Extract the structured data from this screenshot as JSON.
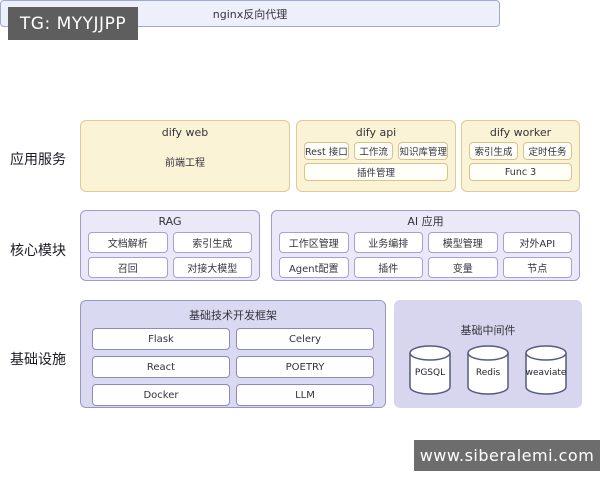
{
  "watermarks": {
    "top": "TG: MYYJJPP",
    "bottom": "www.siberalemi.com"
  },
  "diagram": {
    "row_labels": [
      "应用服务",
      "核心模块",
      "基础设施"
    ],
    "nginx_bar": "nginx反向代理",
    "app_services": {
      "dify_web": {
        "title": "dify web",
        "subtitle": "前端工程"
      },
      "dify_api": {
        "title": "dify api",
        "items": [
          "Rest 接口",
          "工作流",
          "知识库管理"
        ],
        "wide_item": "插件管理"
      },
      "dify_worker": {
        "title": "dify worker",
        "items": [
          "索引生成",
          "定时任务"
        ],
        "wide_item": "Func 3"
      }
    },
    "core_modules": {
      "rag": {
        "title": "RAG",
        "items": [
          "文档解析",
          "索引生成",
          "召回",
          "对接大模型"
        ]
      },
      "ai_app": {
        "title": "AI 应用",
        "items": [
          "工作区管理",
          "业务编排",
          "模型管理",
          "对外API",
          "Agent配置",
          "插件",
          "变量",
          "节点"
        ]
      }
    },
    "infrastructure": {
      "framework": {
        "title": "基础技术开发框架",
        "items": [
          "Flask",
          "Celery",
          "React",
          "POETRY",
          "Docker",
          "LLM"
        ]
      },
      "middleware": {
        "title": "基础中间件",
        "databases": [
          "PGSQL",
          "Redis",
          "weaviate"
        ]
      }
    }
  },
  "colors": {
    "cream_fill": "#fbf3d6",
    "cream_border": "#ddcb92",
    "lavender_fill": "#ebe9f8",
    "lavender_border": "#a19ad0",
    "periwinkle_fill": "#d9daf1",
    "periwinkle_border": "#9b95c6",
    "nginx_fill": "#edeffa",
    "nginx_border": "#9fa8cf",
    "badge_bg": "#5e5e5e",
    "text": "#33333f"
  }
}
